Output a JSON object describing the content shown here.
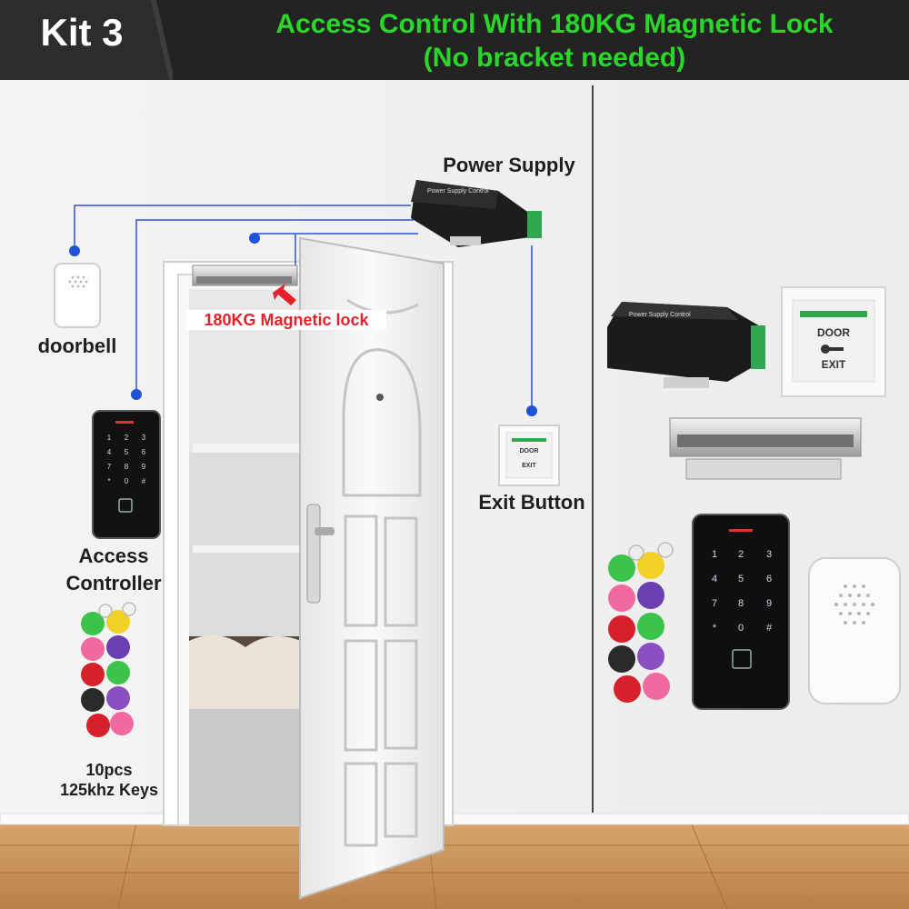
{
  "header": {
    "kit_label": "Kit 3",
    "title_line1": "Access Control With 180KG Magnetic Lock",
    "title_line2": "(No bracket needed)"
  },
  "labels": {
    "doorbell": "doorbell",
    "power_supply": "Power Supply",
    "magnetic_lock": "180KG Magnetic lock",
    "exit_button": "Exit Button",
    "access_controller_line1": "Access",
    "access_controller_line2": "Controller",
    "keys_line1": "10pcs",
    "keys_line2": "125khz Keys"
  },
  "device_text": {
    "power_supply_panel": "Power Supply Control",
    "exit_door": "DOOR",
    "exit_word": "EXIT",
    "keypad_keys": [
      "1",
      "2",
      "3",
      "4",
      "5",
      "6",
      "7",
      "8",
      "9",
      "*",
      "0",
      "#"
    ]
  },
  "colors": {
    "header_bg": "#232323",
    "title_green": "#2bd62b",
    "callout_red": "#e8202a",
    "wire_blue": "#2a55c9",
    "exit_green": "#2fa84f"
  },
  "key_fob_colors": [
    "#3cc44a",
    "#f2d026",
    "#f06aa0",
    "#6a3fb0",
    "#d8202a",
    "#3cc44a",
    "#2a2a2a",
    "#8a4fc0",
    "#d8202a",
    "#f06aa0"
  ]
}
